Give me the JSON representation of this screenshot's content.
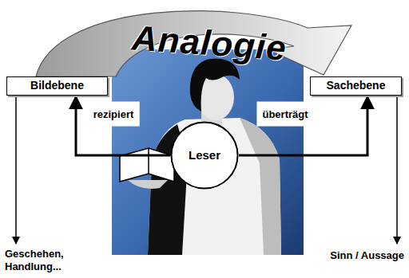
{
  "diagram": {
    "nodes": [
      {
        "text": [
          "Bildebene"
        ]
      },
      {
        "text": [
          "Leser"
        ]
      },
      {
        "text": [
          "Sachebene"
        ]
      }
    ],
    "edges": [
      {
        "from": 0,
        "to": 2,
        "arrow": "to",
        "label": "Analogie"
      },
      {
        "from": 1,
        "to": 0,
        "arrow": "to",
        "label": "rezipiert"
      },
      {
        "from": 1,
        "to": 2,
        "arrow": "to",
        "label": "überträgt"
      }
    ],
    "labels": [
      "Geschehen, Handlung...",
      "Sinn / Aussage"
    ]
  }
}
